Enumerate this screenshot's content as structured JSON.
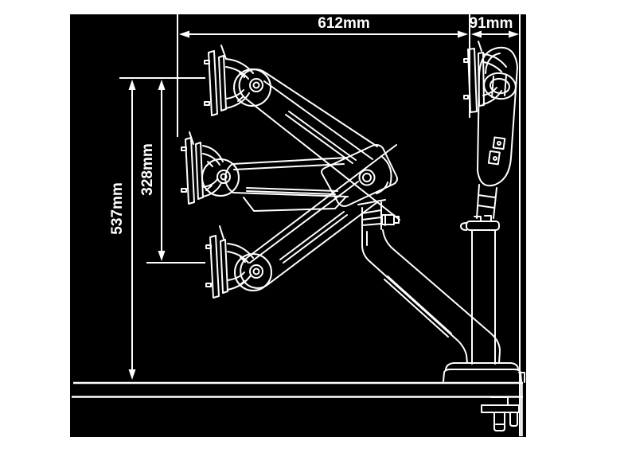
{
  "diagram": {
    "background_color": "#ffffff",
    "panel_color": "#000000",
    "line_color": "#ffffff",
    "dim_width_total": {
      "label": "612mm"
    },
    "dim_depth_folded": {
      "label": "91mm"
    },
    "dim_height_total": {
      "label": "537mm"
    },
    "dim_height_adjust": {
      "label": "328mm"
    }
  }
}
